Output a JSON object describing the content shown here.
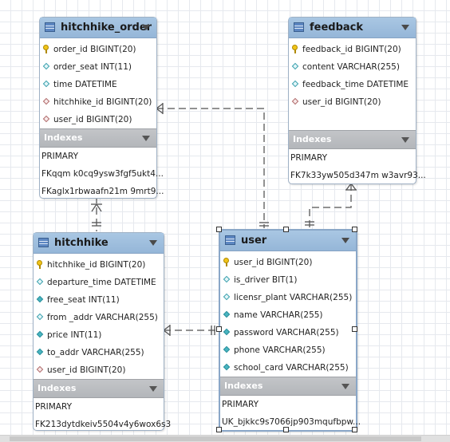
{
  "entities": {
    "hitchhike_order": {
      "title": "hitchhike_order",
      "columns": [
        {
          "text": "order_id BIGINT(20)",
          "icon": "primary-key-icon"
        },
        {
          "text": "order_seat INT(11)",
          "icon": "column-icon"
        },
        {
          "text": "time DATETIME",
          "icon": "column-icon"
        },
        {
          "text": "hitchhike_id BIGINT(20)",
          "icon": "foreign-key-icon"
        },
        {
          "text": "user_id BIGINT(20)",
          "icon": "foreign-key-icon"
        }
      ],
      "indexes_label": "Indexes",
      "indexes": [
        "PRIMARY",
        "FKqqm k0cq9ysw3fgf5ukt4...",
        "FKaglx1rbwaafn21m 9mrt9..."
      ]
    },
    "feedback": {
      "title": "feedback",
      "columns": [
        {
          "text": "feedback_id BIGINT(20)",
          "icon": "primary-key-icon"
        },
        {
          "text": "content VARCHAR(255)",
          "icon": "column-icon"
        },
        {
          "text": "feedback_time DATETIME",
          "icon": "column-icon"
        },
        {
          "text": "user_id BIGINT(20)",
          "icon": "foreign-key-icon"
        }
      ],
      "indexes_label": "Indexes",
      "indexes": [
        "PRIMARY",
        "FK7k33yw505d347m w3avr93..."
      ]
    },
    "hitchhike": {
      "title": "hitchhike",
      "columns": [
        {
          "text": "hitchhike_id BIGINT(20)",
          "icon": "primary-key-icon"
        },
        {
          "text": "departure_time DATETIME",
          "icon": "column-icon"
        },
        {
          "text": "free_seat INT(11)",
          "icon": "nn-column-icon"
        },
        {
          "text": "from _addr VARCHAR(255)",
          "icon": "column-icon"
        },
        {
          "text": "price INT(11)",
          "icon": "nn-column-icon"
        },
        {
          "text": "to_addr VARCHAR(255)",
          "icon": "nn-column-icon"
        },
        {
          "text": "user_id BIGINT(20)",
          "icon": "foreign-key-icon"
        }
      ],
      "indexes_label": "Indexes",
      "indexes": [
        "PRIMARY",
        "FK213dytdkeiv5504v4y6wox6s3"
      ]
    },
    "user": {
      "title": "user",
      "columns": [
        {
          "text": "user_id BIGINT(20)",
          "icon": "primary-key-icon"
        },
        {
          "text": "is_driver BIT(1)",
          "icon": "column-icon"
        },
        {
          "text": "licensr_plant VARCHAR(255)",
          "icon": "column-icon"
        },
        {
          "text": "name VARCHAR(255)",
          "icon": "nn-column-icon"
        },
        {
          "text": "password VARCHAR(255)",
          "icon": "nn-column-icon"
        },
        {
          "text": "phone VARCHAR(255)",
          "icon": "nn-column-icon"
        },
        {
          "text": "school_card VARCHAR(255)",
          "icon": "nn-column-icon"
        }
      ],
      "indexes_label": "Indexes",
      "indexes": [
        "PRIMARY",
        "UK_bjkkc9s7066jp903mqufbpw..."
      ]
    }
  },
  "colors": {
    "header": "#9fbfde",
    "indexes_header": "#b8babd",
    "connector": "#6f6f6f"
  }
}
